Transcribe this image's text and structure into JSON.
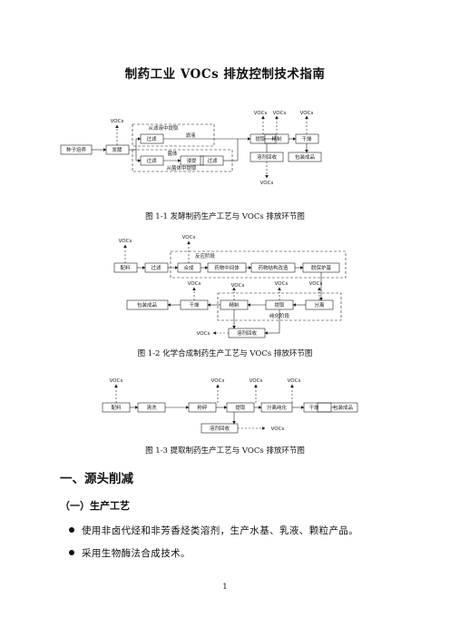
{
  "title": "制药工业 VOCs 排放控制技术指南",
  "figures": {
    "fig1": {
      "caption": "图 1-1  发酵制药生产工艺与 VOCs 排放环节图",
      "boxes": {
        "seed": "种子培养",
        "ferment": "发酵",
        "filter1": "过滤",
        "filter2": "过滤",
        "extract": "浸提",
        "filter3": "过滤",
        "extract2": "提取",
        "refine": "精制",
        "dry": "干燥",
        "solvent": "溶剂回收",
        "pack": "包装成品"
      },
      "labels": {
        "group_top": "从滤液中提取",
        "filtrate": "滤液",
        "solid": "菌体",
        "group_bottom": "从菌体中提取",
        "voc_a": "VOCs",
        "voc_b": "VOCs",
        "voc_c": "VOCs",
        "voc_d": "VOCs",
        "voc_e": "VOCs"
      }
    },
    "fig2": {
      "caption": "图 1-2  化学合成制药生产工艺与 VOCs 排放环节图",
      "boxes": {
        "mix": "配料",
        "filter": "过滤",
        "synth": "合成",
        "intermediate": "药物中间体",
        "modify": "药物结构改造",
        "protect": "脱保护基",
        "pack": "包装成品",
        "dry": "干燥",
        "refine": "精制",
        "extract": "提取",
        "separate": "分离",
        "solvent": "溶剂回收"
      },
      "labels": {
        "react_stage": "反应阶段",
        "post_stage": "纯化阶段",
        "voc_a": "VOCs",
        "voc_b": "VOCs",
        "voc_c": "VOCs",
        "voc_d": "VOCs",
        "voc_e": "VOCs",
        "voc_f": "VOCs",
        "voc_g": "VOCs"
      }
    },
    "fig3": {
      "caption": "图 1-3  提取制药生产工艺与 VOCs 排放环节图",
      "boxes": {
        "mix": "配料",
        "clean": "清洗",
        "crush": "粉碎",
        "extract": "提取",
        "purify": "分离纯化",
        "dry": "干燥",
        "pack": "包装成品",
        "solvent": "溶剂回收"
      },
      "labels": {
        "voc_a": "VOCs",
        "voc_b": "VOCs",
        "voc_c": "VOCs",
        "voc_d": "VOCs",
        "voc_e": "VOCs"
      }
    }
  },
  "section1": "一、源头削减",
  "section1_1": "（一）生产工艺",
  "bullets": [
    "使用非卤代烃和非芳香烃类溶剂，生产水基、乳液、颗粒产品。",
    "采用生物酶法合成技术。"
  ],
  "page_number": "1"
}
